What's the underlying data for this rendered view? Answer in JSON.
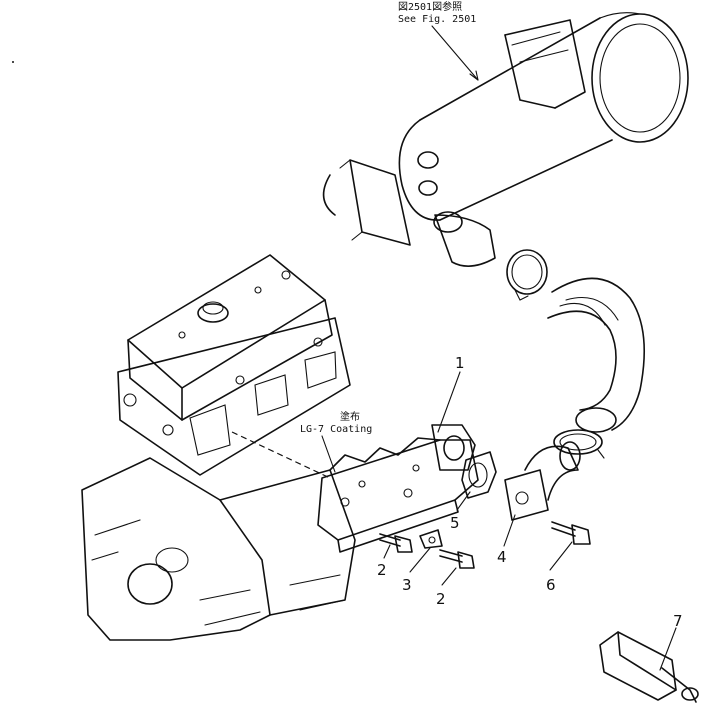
{
  "figure_ref": {
    "jp": "図2501図参照",
    "en": "See Fig. 2501"
  },
  "coating_note": {
    "jp": "塗布",
    "en": "LG-7 Coating"
  },
  "callouts": {
    "c1": "1",
    "c2a": "2",
    "c2b": "2",
    "c3": "3",
    "c4": "4",
    "c5": "5",
    "c6": "6",
    "c7": "7"
  }
}
